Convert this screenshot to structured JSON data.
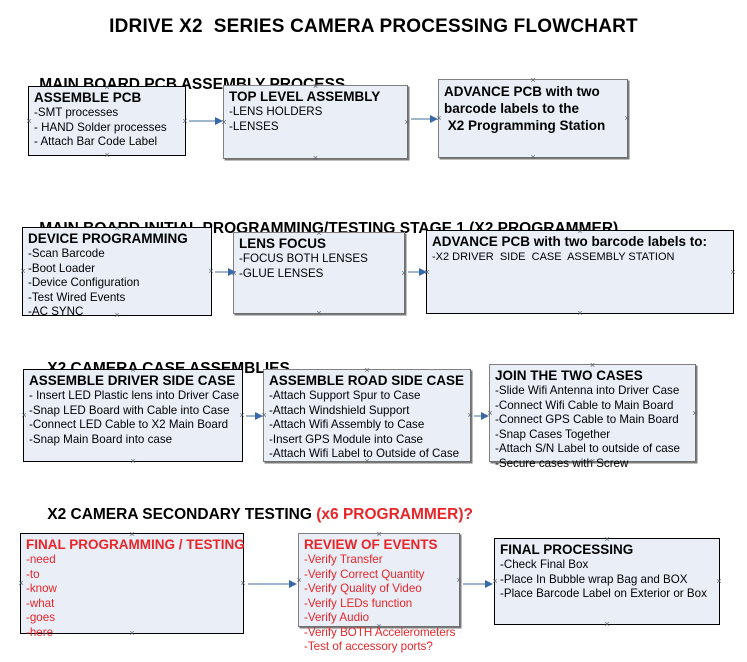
{
  "document": {
    "title": "IDRIVE X2  SERIES CAMERA PROCESSING FLOWCHART"
  },
  "sections": [
    {
      "id": "main-board-pcb-assembly",
      "title": "MAIN BOARD PCB ASSEMBLY PROCESS",
      "title_accent": "",
      "nodes": [
        {
          "id": "assemble-pcb",
          "head": "ASSEMBLE PCB",
          "lines": [
            "-SMT processes",
            "- HAND Solder processes",
            "- Attach Bar Code Label"
          ]
        },
        {
          "id": "top-level-assembly",
          "head": "TOP LEVEL ASSEMBLY",
          "lines": [
            "-LENS HOLDERS",
            "-LENSES"
          ]
        },
        {
          "id": "advance-pcb-to-programming-station",
          "head": "ADVANCE PCB with two\nbarcode labels to the\n X2 Programming Station",
          "lines": []
        }
      ]
    },
    {
      "id": "main-board-initial-programming",
      "title": "MAIN BOARD INITIAL PROGRAMMING/TESTING STAGE 1 (X2 PROGRAMMER)",
      "title_accent": "",
      "nodes": [
        {
          "id": "device-programming",
          "head": "DEVICE PROGRAMMING",
          "lines": [
            "-Scan Barcode",
            "-Boot Loader",
            "-Device Configuration",
            "-Test Wired Events",
            "-AC SYNC"
          ]
        },
        {
          "id": "lens-focus",
          "head": "LENS FOCUS",
          "lines": [
            "-FOCUS BOTH LENSES",
            "-GLUE LENSES"
          ]
        },
        {
          "id": "advance-pcb-to-driver-side-case",
          "head": "ADVANCE PCB with two barcode labels to:",
          "lines": [
            "-X2 DRIVER  SIDE  CASE  ASSEMBLY STATION"
          ]
        }
      ]
    },
    {
      "id": "x2-camera-case-assemblies",
      "title": "X2 CAMERA CASE ASSEMBLIES",
      "title_accent": "",
      "nodes": [
        {
          "id": "assemble-driver-side-case",
          "head": "ASSEMBLE DRIVER SIDE CASE",
          "lines": [
            "- Insert LED Plastic lens into Driver Case",
            "-Snap LED Board with Cable into Case",
            "-Connect LED Cable to X2 Main Board",
            "-Snap Main Board into case"
          ]
        },
        {
          "id": "assemble-road-side-case",
          "head": "ASSEMBLE ROAD SIDE CASE",
          "lines": [
            "-Attach Support Spur to Case",
            "-Attach Windshield Support",
            "-Attach Wifi Assembly to Case",
            "-Insert GPS Module into Case",
            "-Attach Wifi Label to Outside of Case"
          ]
        },
        {
          "id": "join-the-two-cases",
          "head": "JOIN THE TWO CASES",
          "lines": [
            "-Slide Wifi Antenna into Driver Case",
            "-Connect Wifi Cable to Main Board",
            "-Connect GPS Cable to Main Board",
            "-Snap Cases Together",
            "-Attach S/N Label to outside of case",
            "-Secure cases with Screw"
          ]
        }
      ]
    },
    {
      "id": "x2-camera-secondary-testing",
      "title": "X2 CAMERA SECONDARY TESTING ",
      "title_accent": "(x6 PROGRAMMER)?",
      "nodes": [
        {
          "id": "final-programming-testing",
          "head": "FINAL PROGRAMMING / TESTING",
          "lines": [
            "-need",
            "-to",
            "-know",
            "-what",
            "-goes",
            "-here"
          ]
        },
        {
          "id": "review-of-events",
          "head": "REVIEW OF EVENTS",
          "lines": [
            "-Verify Transfer",
            "-Verify Correct Quantity",
            "-Verify Quality of Video",
            "-Verify LEDs function",
            "-Verify Audio",
            "-Verify BOTH Accelerometers",
            "-Test of accessory ports?"
          ]
        },
        {
          "id": "final-processing",
          "head": "FINAL PROCESSING",
          "lines": [
            "-Check Final Box",
            "-Place In Bubble wrap Bag and BOX",
            "-Place Barcode Label on Exterior or Box"
          ]
        }
      ]
    }
  ],
  "colors": {
    "node_fill": "#e9eef7",
    "node_border": "#000000",
    "accent_red": "#e8262a",
    "connector": "#9fb6cd",
    "arrowhead": "#3a69a8",
    "text": "#000000"
  }
}
